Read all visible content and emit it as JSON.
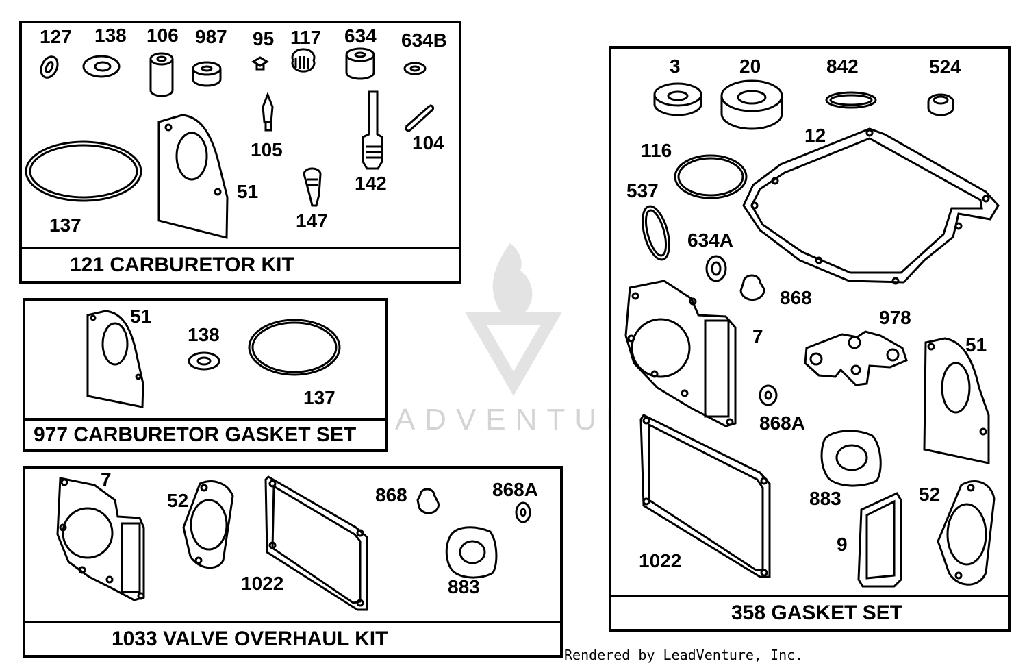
{
  "panels": {
    "carb_kit": {
      "title": "121 CARBURETOR KIT",
      "labels": [
        "127",
        "138",
        "106",
        "987",
        "95",
        "117",
        "634",
        "634B",
        "105",
        "104",
        "51",
        "137",
        "147",
        "142"
      ]
    },
    "carb_gasket_set": {
      "title": "977 CARBURETOR GASKET SET",
      "labels": [
        "51",
        "138",
        "137"
      ]
    },
    "valve_kit": {
      "title": "1033 VALVE OVERHAUL KIT",
      "labels": [
        "7",
        "52",
        "1022",
        "868",
        "868A",
        "883"
      ]
    },
    "gasket_set": {
      "title": "358 GASKET SET",
      "labels": [
        "3",
        "20",
        "842",
        "524",
        "12",
        "116",
        "537",
        "634A",
        "868",
        "7",
        "978",
        "51",
        "868A",
        "883",
        "52",
        "9",
        "1022"
      ]
    }
  },
  "watermark": "LEADVENTURE",
  "credit": "Rendered by LeadVenture, Inc."
}
